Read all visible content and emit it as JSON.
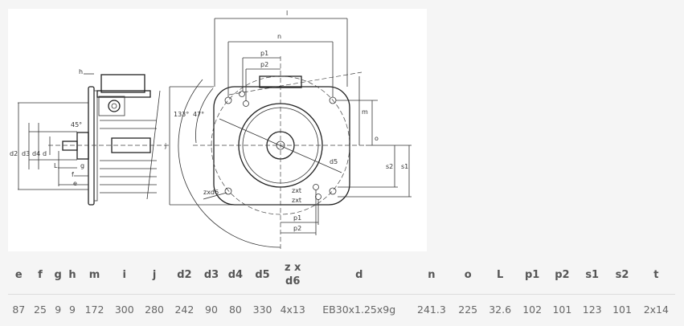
{
  "drawing": {
    "labels": {
      "l": "l",
      "n": "n",
      "p1": "p1",
      "p2": "p2",
      "m": "m",
      "o": "o",
      "s1": "s1",
      "s2": "s2",
      "j": "j",
      "d5": "d5",
      "zxd6": "zxd6",
      "zxt": "zxt",
      "a133": "133°",
      "a47": "47°",
      "h": "h",
      "a45": "45°",
      "d2": "d2",
      "d3": "d3",
      "d4": "d4",
      "d": "d",
      "L": "L",
      "g": "g",
      "f": "f",
      "e": "e"
    }
  },
  "table": {
    "headers": [
      "e",
      "f",
      "g",
      "h",
      "m",
      "i",
      "j",
      "d2",
      "d3",
      "d4",
      "d5",
      "z x d6",
      "d",
      "n",
      "o",
      "L",
      "p1",
      "p2",
      "s1",
      "s2",
      "t"
    ],
    "values": [
      "87",
      "25",
      "9",
      "9",
      "172",
      "300",
      "280",
      "242",
      "90",
      "80",
      "330",
      "4x13",
      "EB30x1.25x9g",
      "241.3",
      "225",
      "32.6",
      "102",
      "101",
      "123",
      "101",
      "2x14"
    ]
  }
}
